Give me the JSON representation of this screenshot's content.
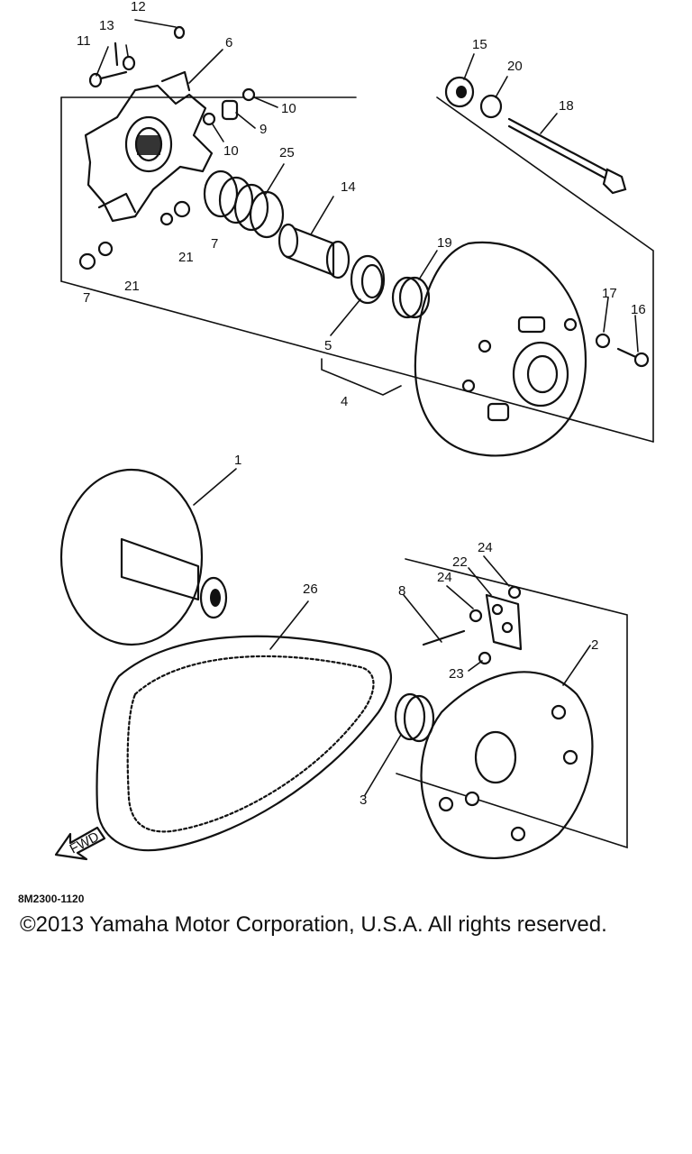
{
  "diagram": {
    "part_labels": [
      {
        "id": "lbl-12",
        "text": "12"
      },
      {
        "id": "lbl-13",
        "text": "13"
      },
      {
        "id": "lbl-11",
        "text": "11"
      },
      {
        "id": "lbl-6",
        "text": "6"
      },
      {
        "id": "lbl-10a",
        "text": "10"
      },
      {
        "id": "lbl-9",
        "text": "9"
      },
      {
        "id": "lbl-10b",
        "text": "10"
      },
      {
        "id": "lbl-25",
        "text": "25"
      },
      {
        "id": "lbl-14",
        "text": "14"
      },
      {
        "id": "lbl-15",
        "text": "15"
      },
      {
        "id": "lbl-20",
        "text": "20"
      },
      {
        "id": "lbl-18",
        "text": "18"
      },
      {
        "id": "lbl-19",
        "text": "19"
      },
      {
        "id": "lbl-7a",
        "text": "7"
      },
      {
        "id": "lbl-21a",
        "text": "21"
      },
      {
        "id": "lbl-21b",
        "text": "21"
      },
      {
        "id": "lbl-7b",
        "text": "7"
      },
      {
        "id": "lbl-5",
        "text": "5"
      },
      {
        "id": "lbl-4",
        "text": "4"
      },
      {
        "id": "lbl-17",
        "text": "17"
      },
      {
        "id": "lbl-16",
        "text": "16"
      },
      {
        "id": "lbl-1",
        "text": "1"
      },
      {
        "id": "lbl-26",
        "text": "26"
      },
      {
        "id": "lbl-24a",
        "text": "24"
      },
      {
        "id": "lbl-22",
        "text": "22"
      },
      {
        "id": "lbl-24b",
        "text": "24"
      },
      {
        "id": "lbl-8",
        "text": "8"
      },
      {
        "id": "lbl-2",
        "text": "2"
      },
      {
        "id": "lbl-23",
        "text": "23"
      },
      {
        "id": "lbl-3",
        "text": "3"
      }
    ],
    "fwd_label": "FWD",
    "drawing_code": "8M2300-1120",
    "copyright": "©2013 Yamaha Motor Corporation, U.S.A. All rights reserved."
  }
}
